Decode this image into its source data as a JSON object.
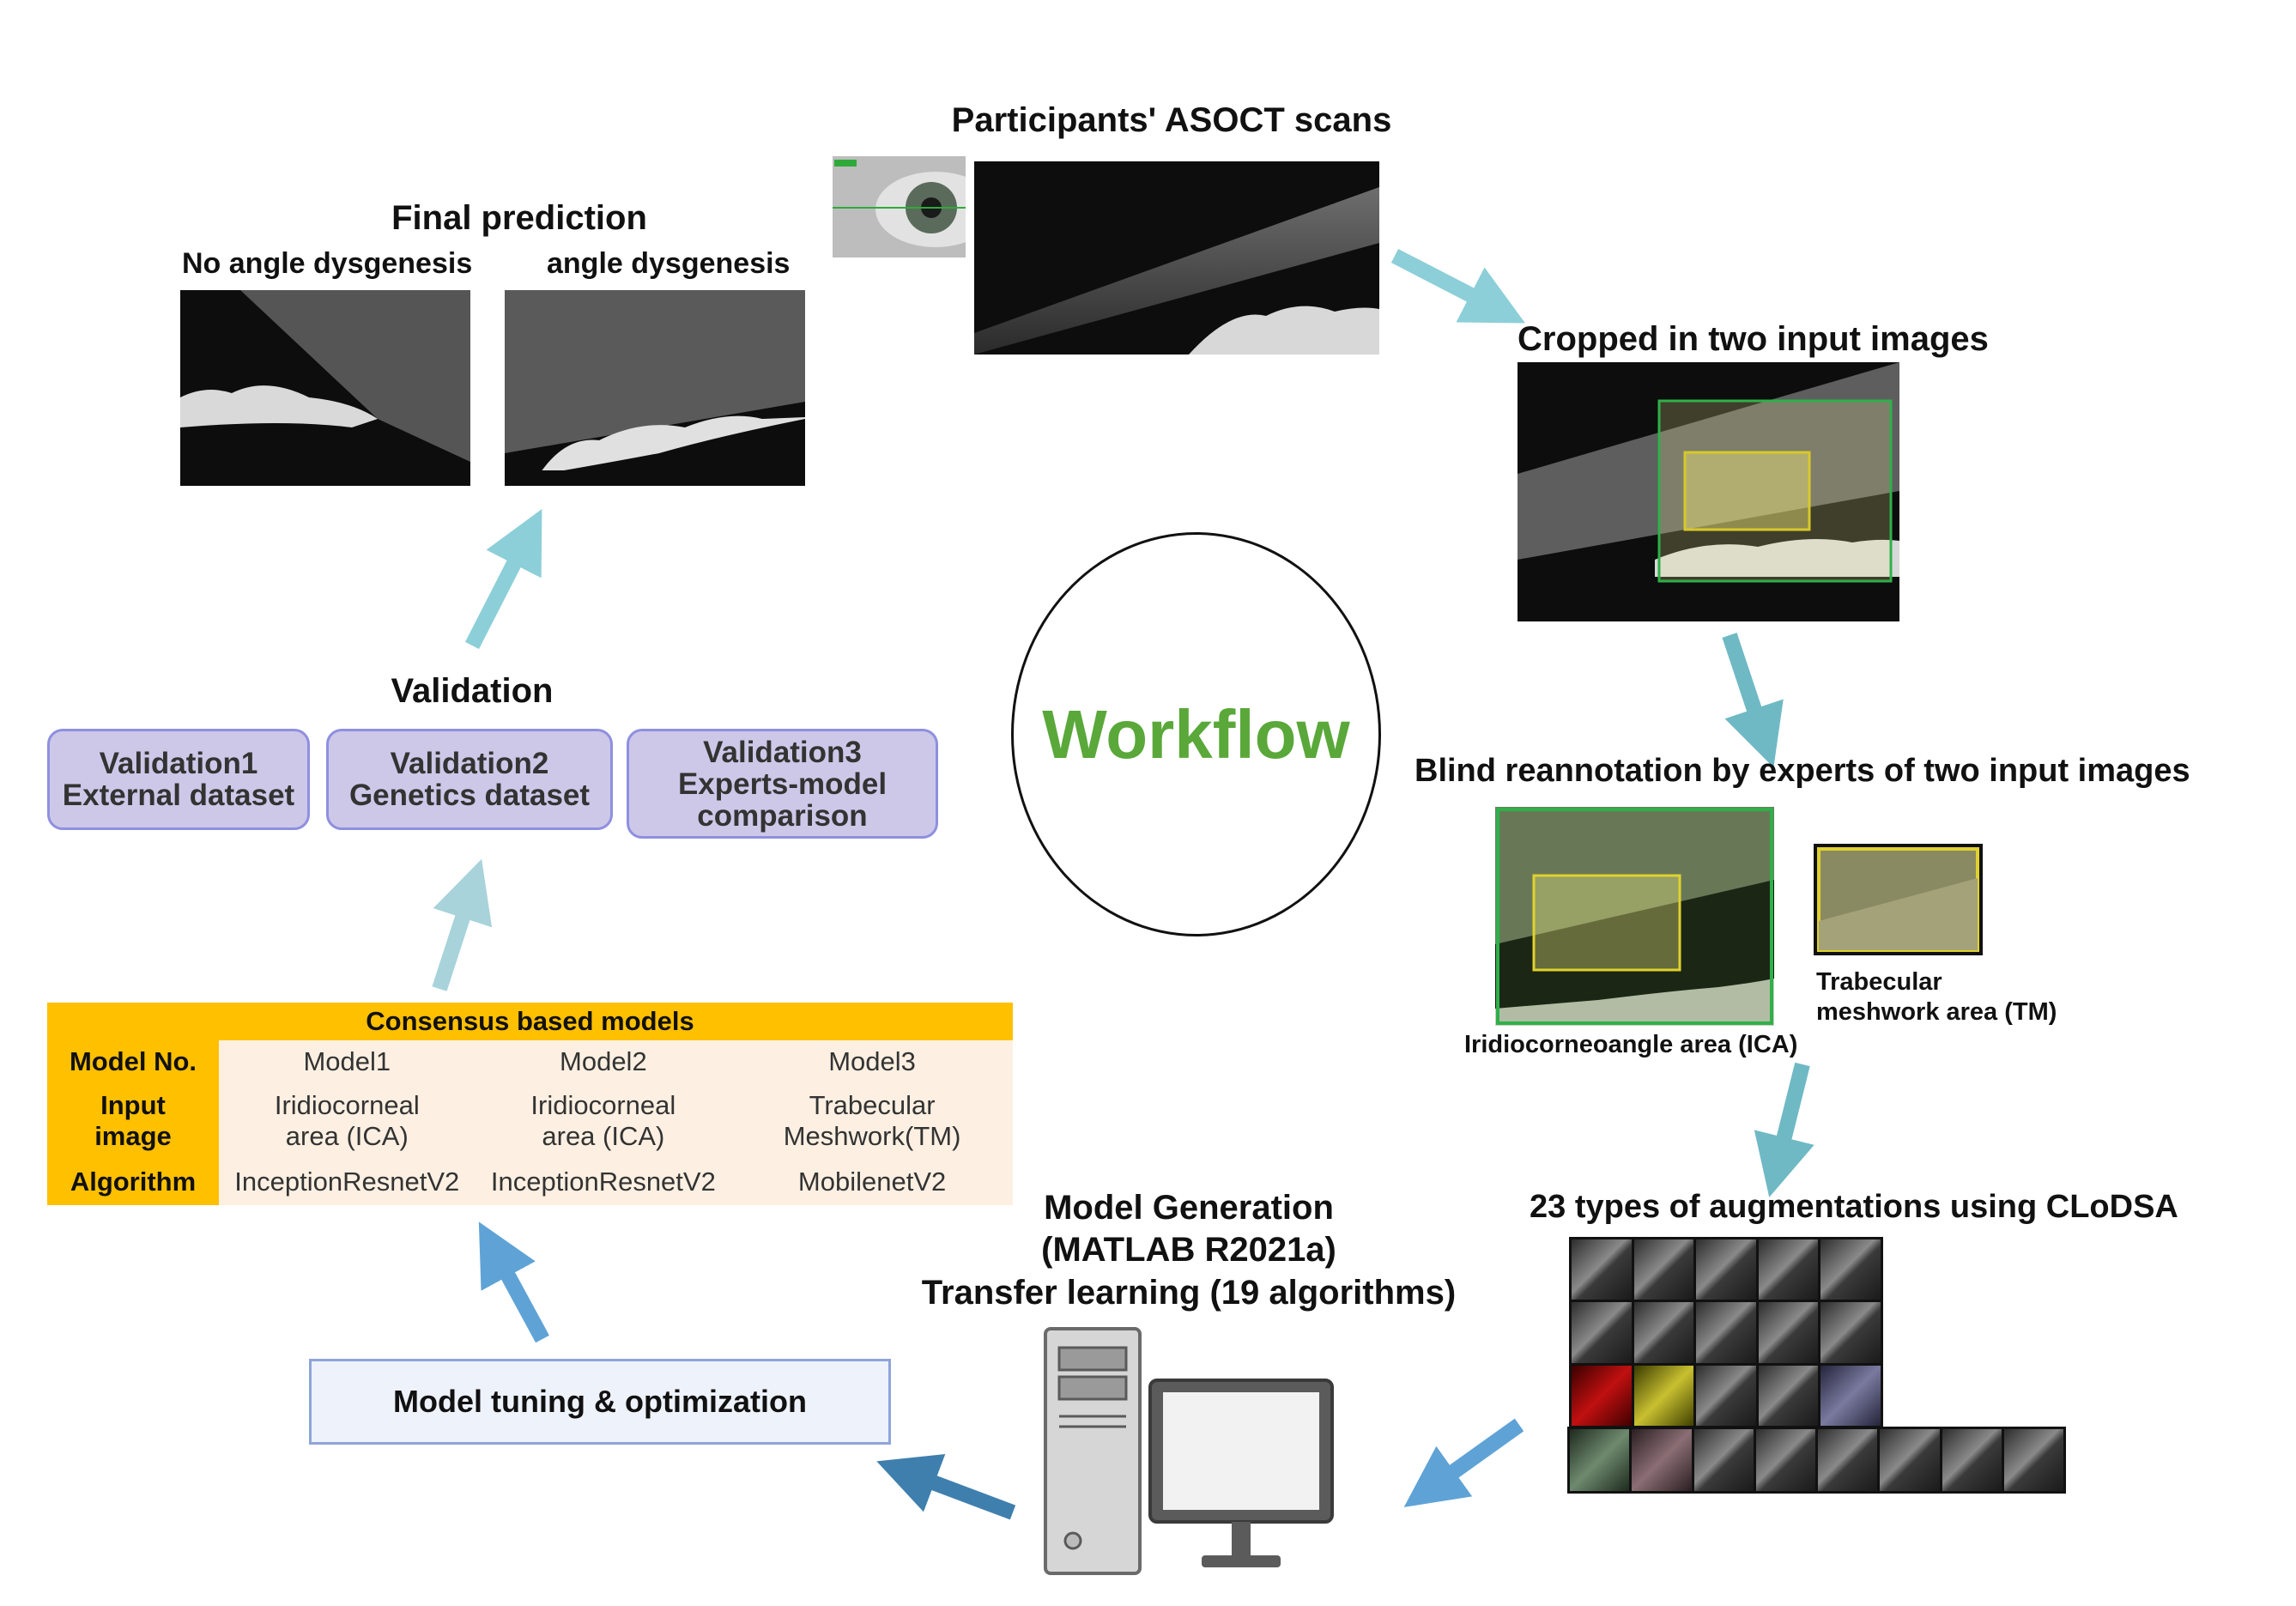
{
  "header": {
    "scans_title": "Participants' ASOCT scans"
  },
  "final_prediction": {
    "title": "Final prediction",
    "label_no": "No angle dysgenesis",
    "label_yes": "angle dysgenesis"
  },
  "crop": {
    "title": "Cropped in two input images"
  },
  "reannotation": {
    "title": "Blind reannotation by experts of two input images",
    "ica_label": "Iridiocorneoangle area (ICA)",
    "tm_label_line1": "Trabecular",
    "tm_label_line2": "meshwork area (TM)"
  },
  "center": {
    "label": "Workflow"
  },
  "validation": {
    "title": "Validation",
    "boxes": [
      {
        "line1": "Validation1",
        "line2": "External dataset",
        "line3": ""
      },
      {
        "line1": "Validation2",
        "line2": "Genetics dataset",
        "line3": ""
      },
      {
        "line1": "Validation3",
        "line2": "Experts-model",
        "line3": "comparison"
      }
    ]
  },
  "consensus": {
    "title": "Consensus based models",
    "rows": [
      {
        "key": "Model No.",
        "values": [
          "Model1",
          "Model2",
          "Model3"
        ]
      },
      {
        "key": "Input image",
        "values": [
          "Iridiocorneal area (ICA)",
          "Iridiocorneal area (ICA)",
          "Trabecular Meshwork(TM)"
        ]
      },
      {
        "key": "Algorithm",
        "values": [
          "InceptionResnetV2",
          "InceptionResnetV2",
          "MobilenetV2"
        ]
      }
    ]
  },
  "tuning": {
    "label": "Model tuning & optimization"
  },
  "model_generation": {
    "line1": "Model Generation",
    "line2": "(MATLAB R2021a)",
    "line3": "Transfer learning (19 algorithms)"
  },
  "augmentation": {
    "title": "23 types of augmentations using CLoDSA"
  },
  "colors": {
    "workflow_green": "#5aa83a",
    "arrow_light": "#8ccfd8",
    "arrow_mid": "#6fb9c4",
    "arrow_blue": "#5fa3d6",
    "arrow_dark": "#3f7fae",
    "consensus_orange": "#ffc000",
    "validation_fill": "#cdc8e8"
  },
  "icons": [
    "computer-tower-icon",
    "monitor-icon"
  ]
}
